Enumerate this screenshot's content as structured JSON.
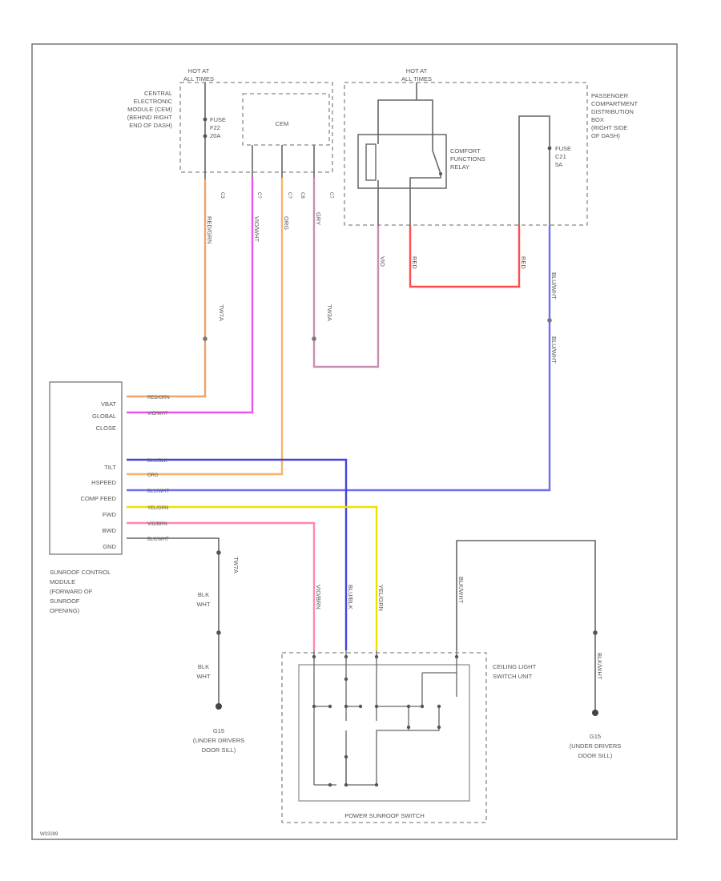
{
  "top": {
    "hot_left": [
      "HOT AT",
      "ALL TIMES"
    ],
    "hot_right": [
      "HOT AT",
      "ALL TIMES"
    ],
    "cem_desc": [
      "CENTRAL",
      "ELECTRONIC",
      "MODULE (CEM)",
      "(BEHIND RIGHT",
      "END OF DASH)"
    ],
    "cem_fuse": [
      "FUSE",
      "F22",
      "20A"
    ],
    "cem_label": "CEM",
    "cem_pins": [
      "C3",
      "C?",
      "C?",
      "C8",
      "C7"
    ],
    "relay_label": [
      "COMFORT",
      "FUNCTIONS",
      "RELAY"
    ],
    "pjb_desc": [
      "PASSENGER",
      "COMPARTMENT",
      "DISTRIBUTION",
      "BOX",
      "(RIGHT SIDE",
      "OF DASH)"
    ],
    "pjb_fuse": [
      "FUSE",
      "C21",
      "5A"
    ]
  },
  "wires": {
    "red_grn": "RED/GRN",
    "vio": "VIO/WHT",
    "org": "ORG",
    "gry": "GRY",
    "vio_lower": "VIO",
    "red_left": "RED",
    "red_right": "RED",
    "blu_wht_upper": "BLU/WHT",
    "blu_wht_lower": "BLU/WHT",
    "in_line_1": "TW7A",
    "in_line_2": "TW3A",
    "in_line_3": "TW7A"
  },
  "module": {
    "pins": [
      "VBAT",
      "GLOBAL",
      "CLOSE",
      "",
      "",
      "TILT",
      "HSPEED",
      "COMP FEED",
      "FWD",
      "BWD",
      "GND"
    ],
    "wire_tags": [
      "RED/GRN",
      "VIO/WHT",
      "",
      "",
      "BLU/BLK",
      "ORG",
      "BLU/WHT",
      "YEL/GRN",
      "VIO/BRN",
      "BLK/WHT"
    ],
    "desc": [
      "SUNROOF CONTROL",
      "MODULE",
      "(FORWARD OF",
      "SUNROOF",
      "OPENING)"
    ]
  },
  "lower": {
    "blk_wht_1": [
      "BLK",
      "WHT"
    ],
    "blk_wht_2": [
      "BLK",
      "WHT"
    ],
    "ground_left": [
      "G15",
      "(UNDER DRIVERS",
      "DOOR SILL)"
    ],
    "ground_right": [
      "G15",
      "(UNDER DRIVERS",
      "DOOR SILL)"
    ],
    "switch_unit": [
      "CEILING LIGHT",
      "SWITCH UNIT"
    ],
    "switch_bottom": "POWER SUNROOF SWITCH",
    "drop_vio": "VIO/BRN",
    "drop_blu": "BLU/BLK",
    "drop_yel": "YEL/GRN",
    "drop_blk": "BLK/WHT",
    "drop_blk_r": "BLK/WHT"
  },
  "colors": {
    "red_grn": "#f0a36b",
    "violet": "#ee55ee",
    "orange": "#f4b46a",
    "gray": "#c88fb4",
    "red": "#ff4d4d",
    "blue": "#4343dd",
    "blue_light": "#6e6ef0",
    "yellow": "#f0e000",
    "pink": "#ff88a8",
    "black": "#555555"
  },
  "figure_id": "W03289"
}
